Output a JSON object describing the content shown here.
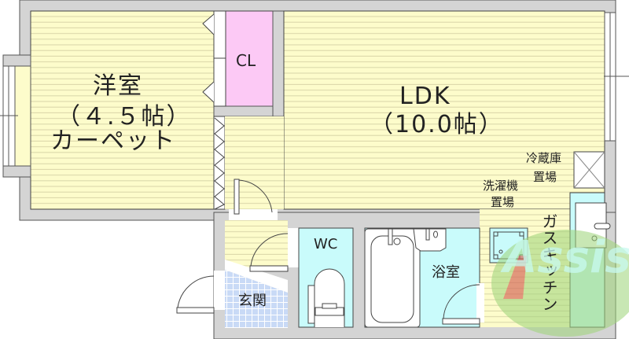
{
  "floor_plan": {
    "rooms": {
      "western_room": {
        "name": "洋室",
        "size": "（４.５帖）",
        "flooring": "カーペット"
      },
      "closet": {
        "name": "CL"
      },
      "ldk": {
        "name": "LDK",
        "size": "（10.0帖）"
      },
      "entrance": {
        "name": "玄関"
      },
      "toilet": {
        "name": "WC"
      },
      "bathroom": {
        "name": "浴室"
      },
      "kitchen": {
        "name": "ガスキッチン"
      }
    },
    "fixtures": {
      "fridge_space": {
        "line1": "冷蔵庫",
        "line2": "置場"
      },
      "washer_space": {
        "line1": "洗濯機",
        "line2": "置場"
      }
    },
    "watermark": {
      "text": "Assist"
    },
    "colors": {
      "wall": "#d4d4d4",
      "floor_wood": "#fdfccb",
      "floor_line": "#d7d3a4",
      "closet": "#fcc9f5",
      "wet_area": "#c9fbfb",
      "entrance_tile": "#c8d9f5",
      "watermark_green": "#9fd57a"
    }
  }
}
